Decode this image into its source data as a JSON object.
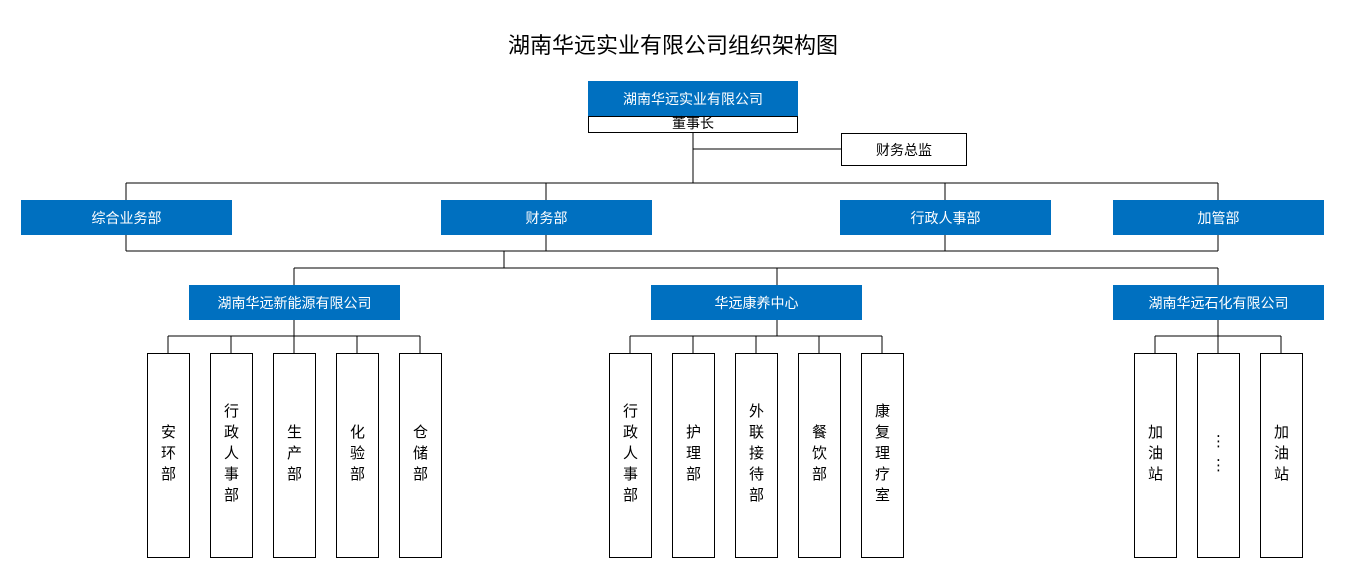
{
  "title": "湖南华远实业有限公司组织架构图",
  "top": {
    "company": "湖南华远实业有限公司",
    "role": "董事长"
  },
  "assistant": "财务总监",
  "departments": [
    "综合业务部",
    "财务部",
    "行政人事部",
    "加管部"
  ],
  "subsidiaries": [
    {
      "name": "湖南华远新能源有限公司",
      "units": [
        "安环部",
        "行政人事部",
        "生产部",
        "化验部",
        "仓储部"
      ]
    },
    {
      "name": "华远康养中心",
      "units": [
        "行政人事部",
        "护理部",
        "外联接待部",
        "餐饮部",
        "康复理疗室"
      ]
    },
    {
      "name": "湖南华远石化有限公司",
      "units": [
        "加油站",
        "⋮⋮",
        "加油站"
      ]
    }
  ],
  "colors": {
    "box_fill": "#0070c0",
    "box_text": "#ffffff",
    "line": "#000000"
  }
}
